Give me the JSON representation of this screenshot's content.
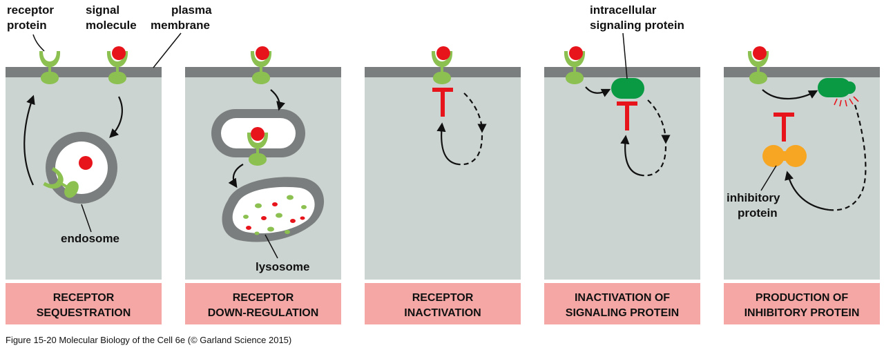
{
  "labels": {
    "receptor_protein": [
      "receptor",
      "protein"
    ],
    "signal_molecule": [
      "signal",
      "molecule"
    ],
    "plasma_membrane": [
      "plasma",
      "membrane"
    ],
    "endosome": "endosome",
    "lysosome": "lysosome",
    "intracellular_signaling_protein": [
      "intracellular",
      "signaling protein"
    ],
    "inhibitory_protein": [
      "inhibitory",
      "protein"
    ]
  },
  "panels": [
    {
      "caption": [
        "RECEPTOR",
        "SEQUESTRATION"
      ]
    },
    {
      "caption": [
        "RECEPTOR",
        "DOWN-REGULATION"
      ]
    },
    {
      "caption": [
        "RECEPTOR",
        "INACTIVATION"
      ]
    },
    {
      "caption": [
        "INACTIVATION OF",
        "SIGNALING PROTEIN"
      ]
    },
    {
      "caption": [
        "PRODUCTION OF",
        "INHIBITORY PROTEIN"
      ]
    }
  ],
  "credit": "Figure 15-20  Molecular Biology of the Cell 6e (© Garland Science 2015)",
  "colors": {
    "cell_interior": "#cbd4d0",
    "membrane": "#7b7e7e",
    "receptor": "#8cc152",
    "signal": "#e8141c",
    "inhibitor_bar": "#e8141c",
    "signaling_protein": "#0a9a44",
    "inhibitory_protein": "#f6a623",
    "caption_box": "#f4a7a5"
  }
}
